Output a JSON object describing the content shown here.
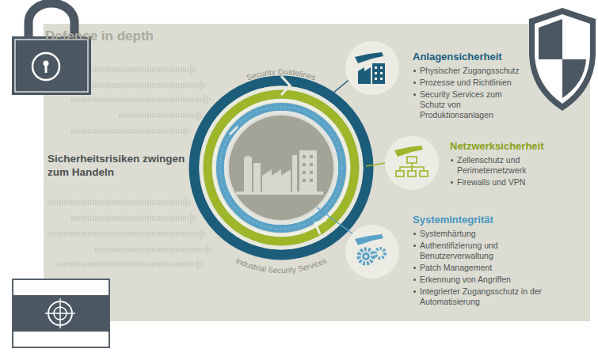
{
  "diagram": {
    "title": "Defense in depth",
    "nodes": [
      {
        "text": [
          "Anlagensicherheit",
          "Physischer Zugangsschutz",
          "Prozesse und Richtlinien",
          "Security Services zum Schutz von Produktionsanlagen"
        ]
      },
      {
        "text": [
          "Netzwerksicherheit",
          "Zellenschutz und Perimeternetzwerk",
          "Firewalls und VPN"
        ]
      },
      {
        "text": [
          "Systemintegrität",
          "Systemhärtung",
          "Authentifizierung und Benutzerverwaltung",
          "Patch Management",
          "Erkennung von Angriffen",
          "Integrierter Zugangsschutz in der Automatisierung"
        ]
      }
    ],
    "labels": [
      "Security Guidelines",
      "Industrial Security Services",
      "Sicherheitsrisiken zwingen zum Handeln"
    ]
  }
}
